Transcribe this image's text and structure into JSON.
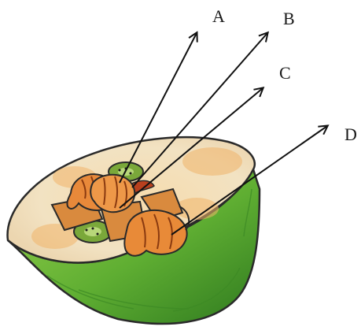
{
  "diagram": {
    "subject": "melon-half-with-filling",
    "labels": [
      {
        "id": "a",
        "text": "A"
      },
      {
        "id": "b",
        "text": "B"
      },
      {
        "id": "c",
        "text": "C"
      },
      {
        "id": "d",
        "text": "D"
      }
    ]
  },
  "colors": {
    "rind_dark": "#3f8f2a",
    "rind_light": "#8fcf4a",
    "flesh": "#f4e4c4",
    "flesh_orange": "#f0b46a",
    "shrimp": "#e8893a",
    "shrimp_stripe": "#8a3a10",
    "kiwi": "#7aa83a",
    "outline": "#2a2a2a",
    "arrow": "#111111"
  }
}
